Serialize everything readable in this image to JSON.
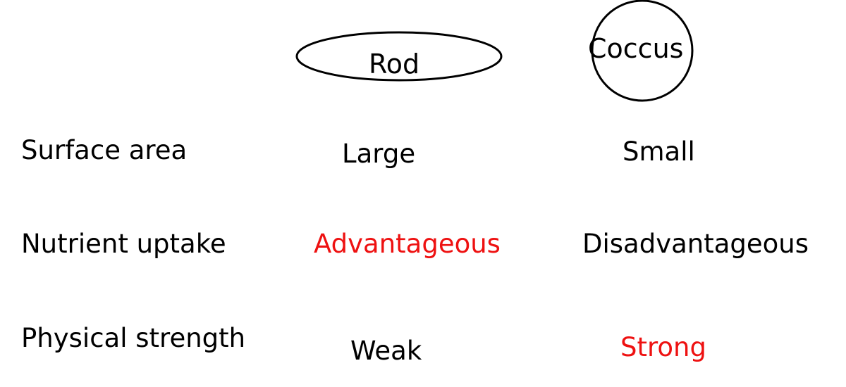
{
  "shapes": {
    "rod": {
      "label": "Rod"
    },
    "coccus": {
      "label": "Coccus"
    }
  },
  "rows": [
    {
      "label": "Surface area",
      "rod": "Large",
      "coccus": "Small"
    },
    {
      "label": "Nutrient uptake",
      "rod": "Advantageous",
      "coccus": "Disadvantageous"
    },
    {
      "label": "Physical strength",
      "rod": "Weak",
      "coccus": "Strong"
    }
  ],
  "colors": {
    "highlight": "#ee1111",
    "text": "#000000",
    "outline": "#000000"
  }
}
